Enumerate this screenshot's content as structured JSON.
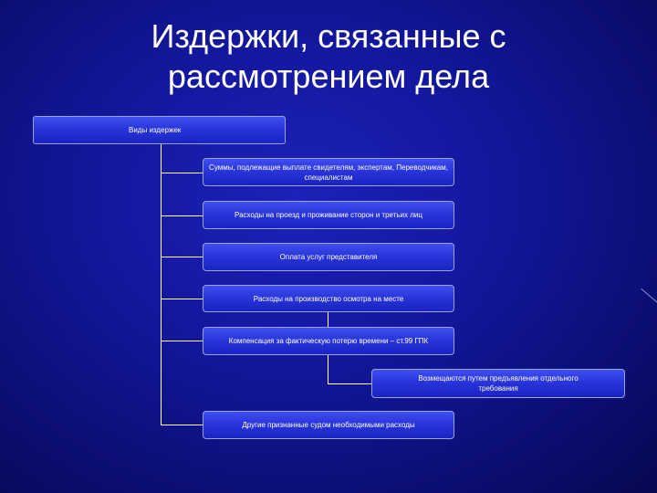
{
  "title": {
    "line1": "Издержки, связанные с",
    "line2": "рассмотрением дела"
  },
  "diagram": {
    "root": "Виды издержек",
    "items": [
      "Суммы, подлежащие выплате свидетелям, экспертам, Переводчикам, специалистам",
      "Расходы на проезд и проживание сторон и третьих лиц",
      "Оплата услуг представителя",
      "Расходы на производство осмотра на месте",
      "Компенсация за фактическую потерю времени – ст.99 ГПК",
      "Возмещаются путем предъявления отдельного требования",
      "Другие признанные судом необходимыми расходы"
    ]
  }
}
